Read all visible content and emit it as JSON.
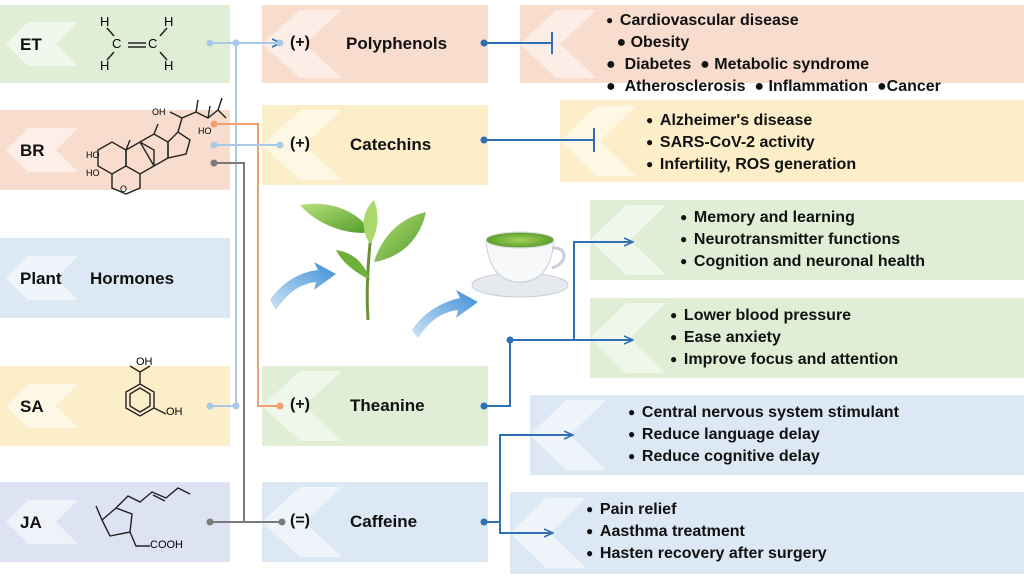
{
  "hormones": {
    "et": {
      "label": "ET",
      "color": "#dfeed5"
    },
    "br": {
      "label": "BR",
      "color": "#f8dccd"
    },
    "plant": {
      "label": "Plant",
      "label2": "Hormones",
      "color": "#dde8f5"
    },
    "sa": {
      "label": "SA",
      "color": "#fbeec8",
      "struct_oh_top": "OH",
      "struct_oh_ring": "OH"
    },
    "ja": {
      "label": "JA",
      "color": "#dde3f2",
      "struct_cooh": "COOH"
    }
  },
  "br_struct": {
    "oh": "OH",
    "ho1": "HO",
    "ho2": "HO",
    "o": "O",
    "ho_low": "HO"
  },
  "et_struct": {
    "h": "H",
    "c": "C"
  },
  "compounds": {
    "polyphenols": {
      "name": "Polyphenols",
      "sign": "(+)",
      "color": "#f8dccd"
    },
    "catechins": {
      "name": "Catechins",
      "sign": "(+)",
      "color": "#fbeec8"
    },
    "theanine": {
      "name": "Theanine",
      "sign": "(+)",
      "color": "#dfeed5"
    },
    "caffeine": {
      "name": "Caffeine",
      "sign": "(=)",
      "color": "#dde8f5"
    }
  },
  "effects": {
    "polyphenols": {
      "color": "#f8dccd",
      "items": [
        "Cardiovascular disease",
        "Obesity",
        "Diabetes",
        "Metabolic syndrome",
        "Atherosclerosis",
        "Inflammation",
        "Cancer"
      ]
    },
    "catechins": {
      "color": "#fbeec8",
      "items": [
        "Alzheimer's disease",
        "SARS-CoV-2 activity",
        "Infertility, ROS generation"
      ]
    },
    "theanine_a": {
      "color": "#dfeed5",
      "items": [
        "Memory and learning",
        "Neurotransmitter functions",
        "Cognition and neuronal health"
      ]
    },
    "theanine_b": {
      "color": "#dfeed5",
      "items": [
        "Lower blood pressure",
        "Ease anxiety",
        "Improve focus and attention"
      ]
    },
    "caffeine_a": {
      "color": "#dde8f5",
      "items": [
        "Central nervous system stimulant",
        "Reduce language delay",
        "Reduce cognitive delay"
      ]
    },
    "caffeine_b": {
      "color": "#dde8f5",
      "items": [
        "Pain relief",
        "Aasthma treatment",
        "Hasten recovery after surgery"
      ]
    }
  },
  "line_colors": {
    "et": "#a9c9e8",
    "br": "#f0a070",
    "sa": "#a9c9e8",
    "ja": "#7a7a7a",
    "effect": "#2f6fb5"
  }
}
